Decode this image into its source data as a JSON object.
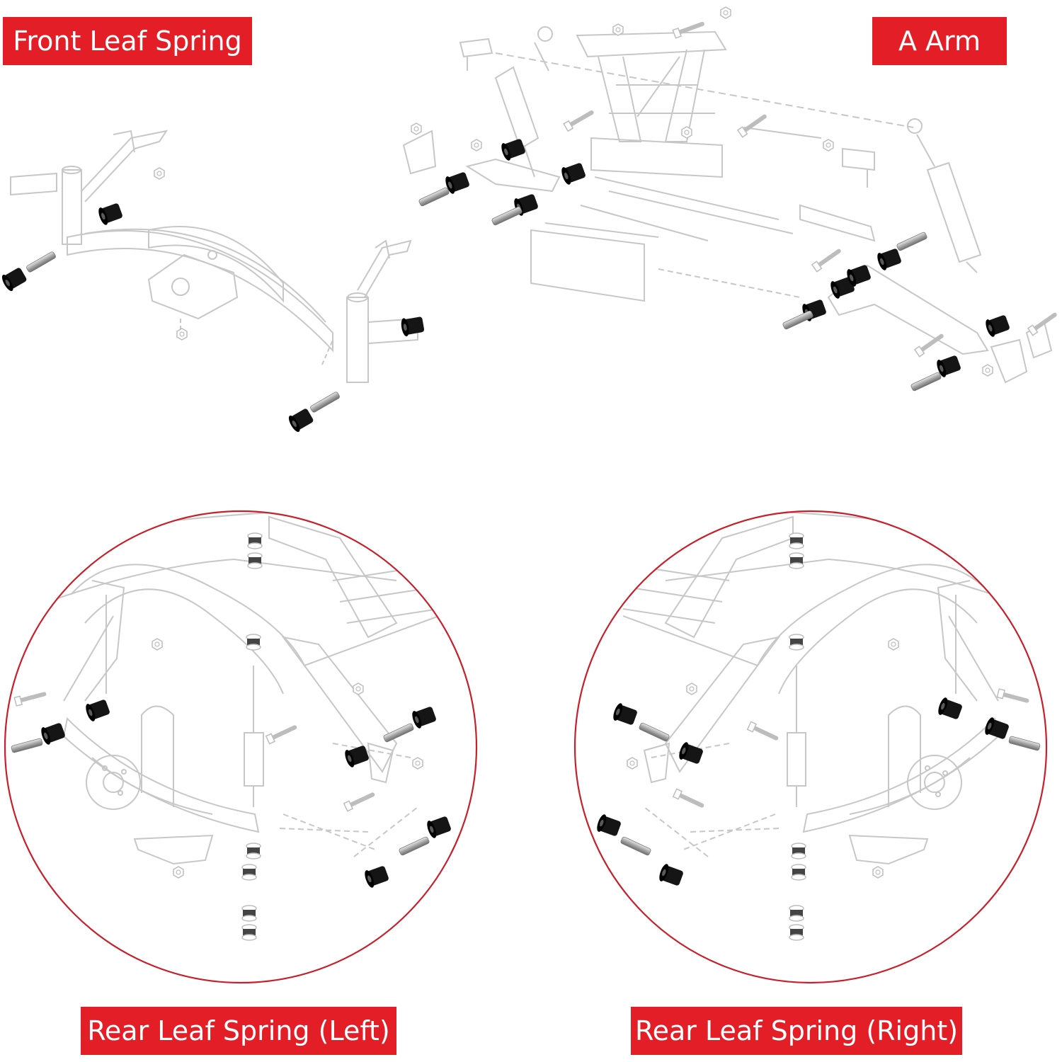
{
  "labels": {
    "front_leaf_spring": "Front Leaf Spring",
    "a_arm": "A Arm",
    "rear_leaf_spring_left": "Rear Leaf Spring (Left)",
    "rear_leaf_spring_right": "Rear Leaf Spring (Right)"
  },
  "colors": {
    "label_background": "#e41e26",
    "label_text": "#ffffff",
    "circle_outline": "#c8202a",
    "line_art": "#c7c7c7",
    "bushing": "#111111",
    "sleeve": "#a5a5a5"
  },
  "icons": {
    "bushing": "black-bushing-icon",
    "sleeve": "metal-sleeve-icon",
    "bolt": "bolt-icon"
  }
}
